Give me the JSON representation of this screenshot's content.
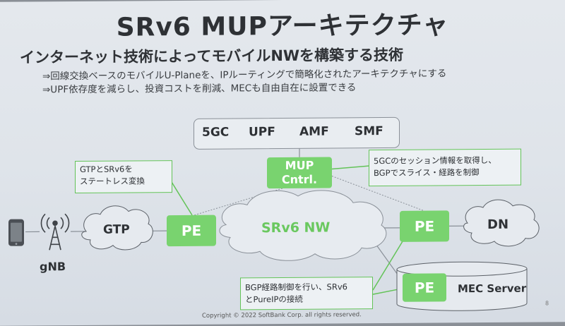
{
  "title": "SRv6 MUPアーキテクチャ",
  "subtitle": "インターネット技術によってモバイルNWを構築する技術",
  "bullets": [
    "⇒回線交換ベースのモバイルU-Planeを、IPルーティングで簡略化されたアーキテクチャにする",
    "⇒UPF依存度を減らし、投資コストを削減、MECも自由自在に設置できる"
  ],
  "core": {
    "items": [
      "5GC",
      "UPF",
      "AMF",
      "SMF"
    ]
  },
  "nodes": {
    "mup": "MUP Cntrl.",
    "pe": "PE",
    "gtp": "GTP",
    "srv6": "SRv6 NW",
    "dn": "DN",
    "mec": "MEC Server",
    "gnb": "gNB"
  },
  "callouts": {
    "gtp_srv6": [
      "GTPとSRv6を",
      "ステートレス変換"
    ],
    "fivegc": [
      "5GCのセッション情報を取得し、",
      "BGPでスライス・経路を制御"
    ],
    "bgp": [
      "BGP経路制御を行い、SRv6",
      "とPureIPの接続"
    ]
  },
  "footer": "Copyright © 2022 SoftBank Corp. all rights reserved.",
  "page_number": "8",
  "colors": {
    "green": "#79d36f",
    "text": "#2e3135",
    "slide_bg": "#e2e6eb"
  }
}
